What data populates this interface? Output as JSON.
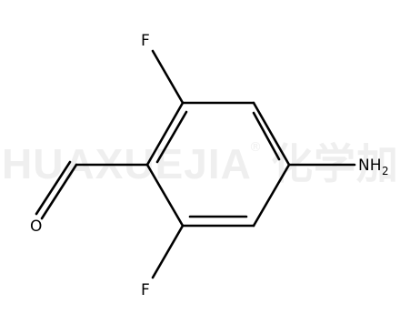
{
  "watermark": {
    "brand": "HUAXUEJIA",
    "registered_mark": "®",
    "cjk": "化学加"
  },
  "molecule": {
    "atoms": {
      "fluorine_top": "F",
      "fluorine_bottom": "F",
      "oxygen": "O",
      "amine_main": "NH",
      "amine_subscript": "2"
    }
  },
  "colors": {
    "bond": "#000000",
    "label": "#000000",
    "watermark": "#efefef",
    "background": "#ffffff"
  }
}
